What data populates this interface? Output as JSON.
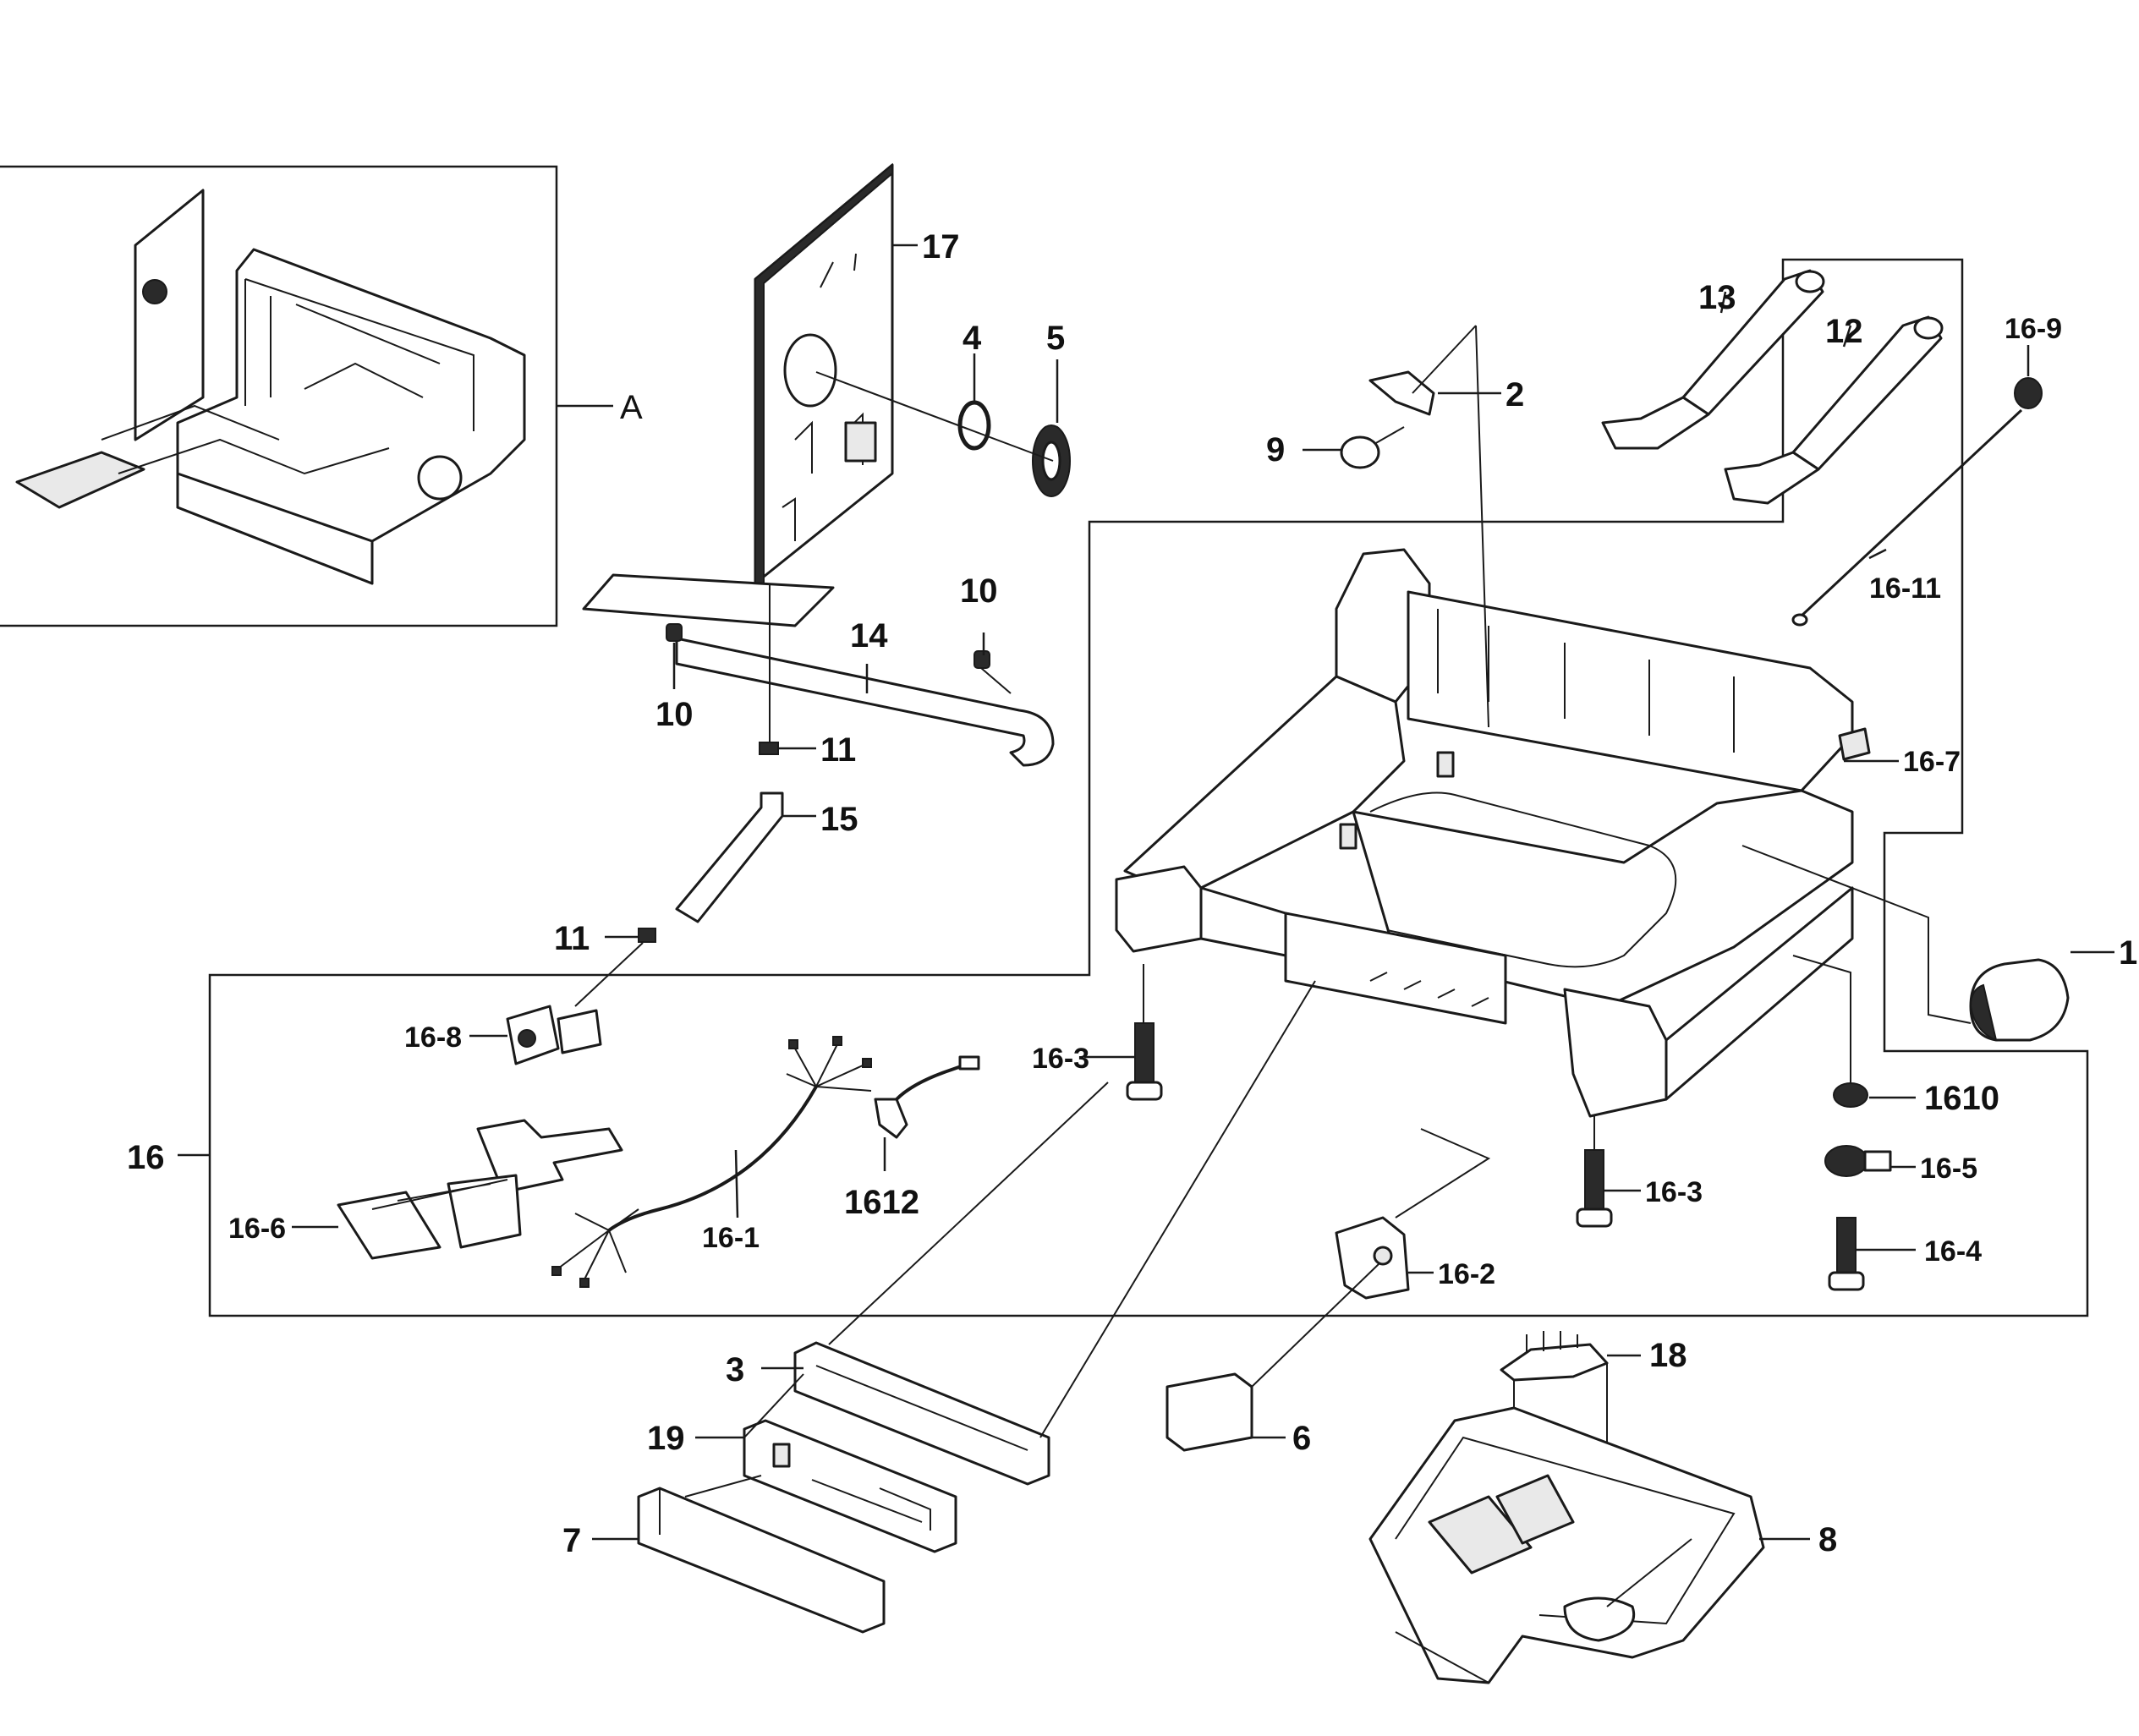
{
  "callouts": {
    "c17": "17",
    "c4": "4",
    "c5": "5",
    "c2": "2",
    "c9": "9",
    "c13": "13",
    "c12": "12",
    "c16_9": "16-9",
    "c16_11": "16-11",
    "c16_7": "16-7",
    "c1": "1",
    "cA": "A",
    "c10a": "10",
    "c10b": "10",
    "c14": "14",
    "c11a": "11",
    "c15": "15",
    "c11b": "11",
    "c16_8": "16-8",
    "c16": "16",
    "c16_6": "16-6",
    "c16_1": "16-1",
    "c1612": "1612",
    "c16_3a": "16-3",
    "c16_3b": "16-3",
    "c1610": "1610",
    "c16_5": "16-5",
    "c16_4": "16-4",
    "c16_2": "16-2",
    "c3": "3",
    "c19": "19",
    "c7": "7",
    "c6": "6",
    "c18": "18",
    "c8": "8"
  }
}
